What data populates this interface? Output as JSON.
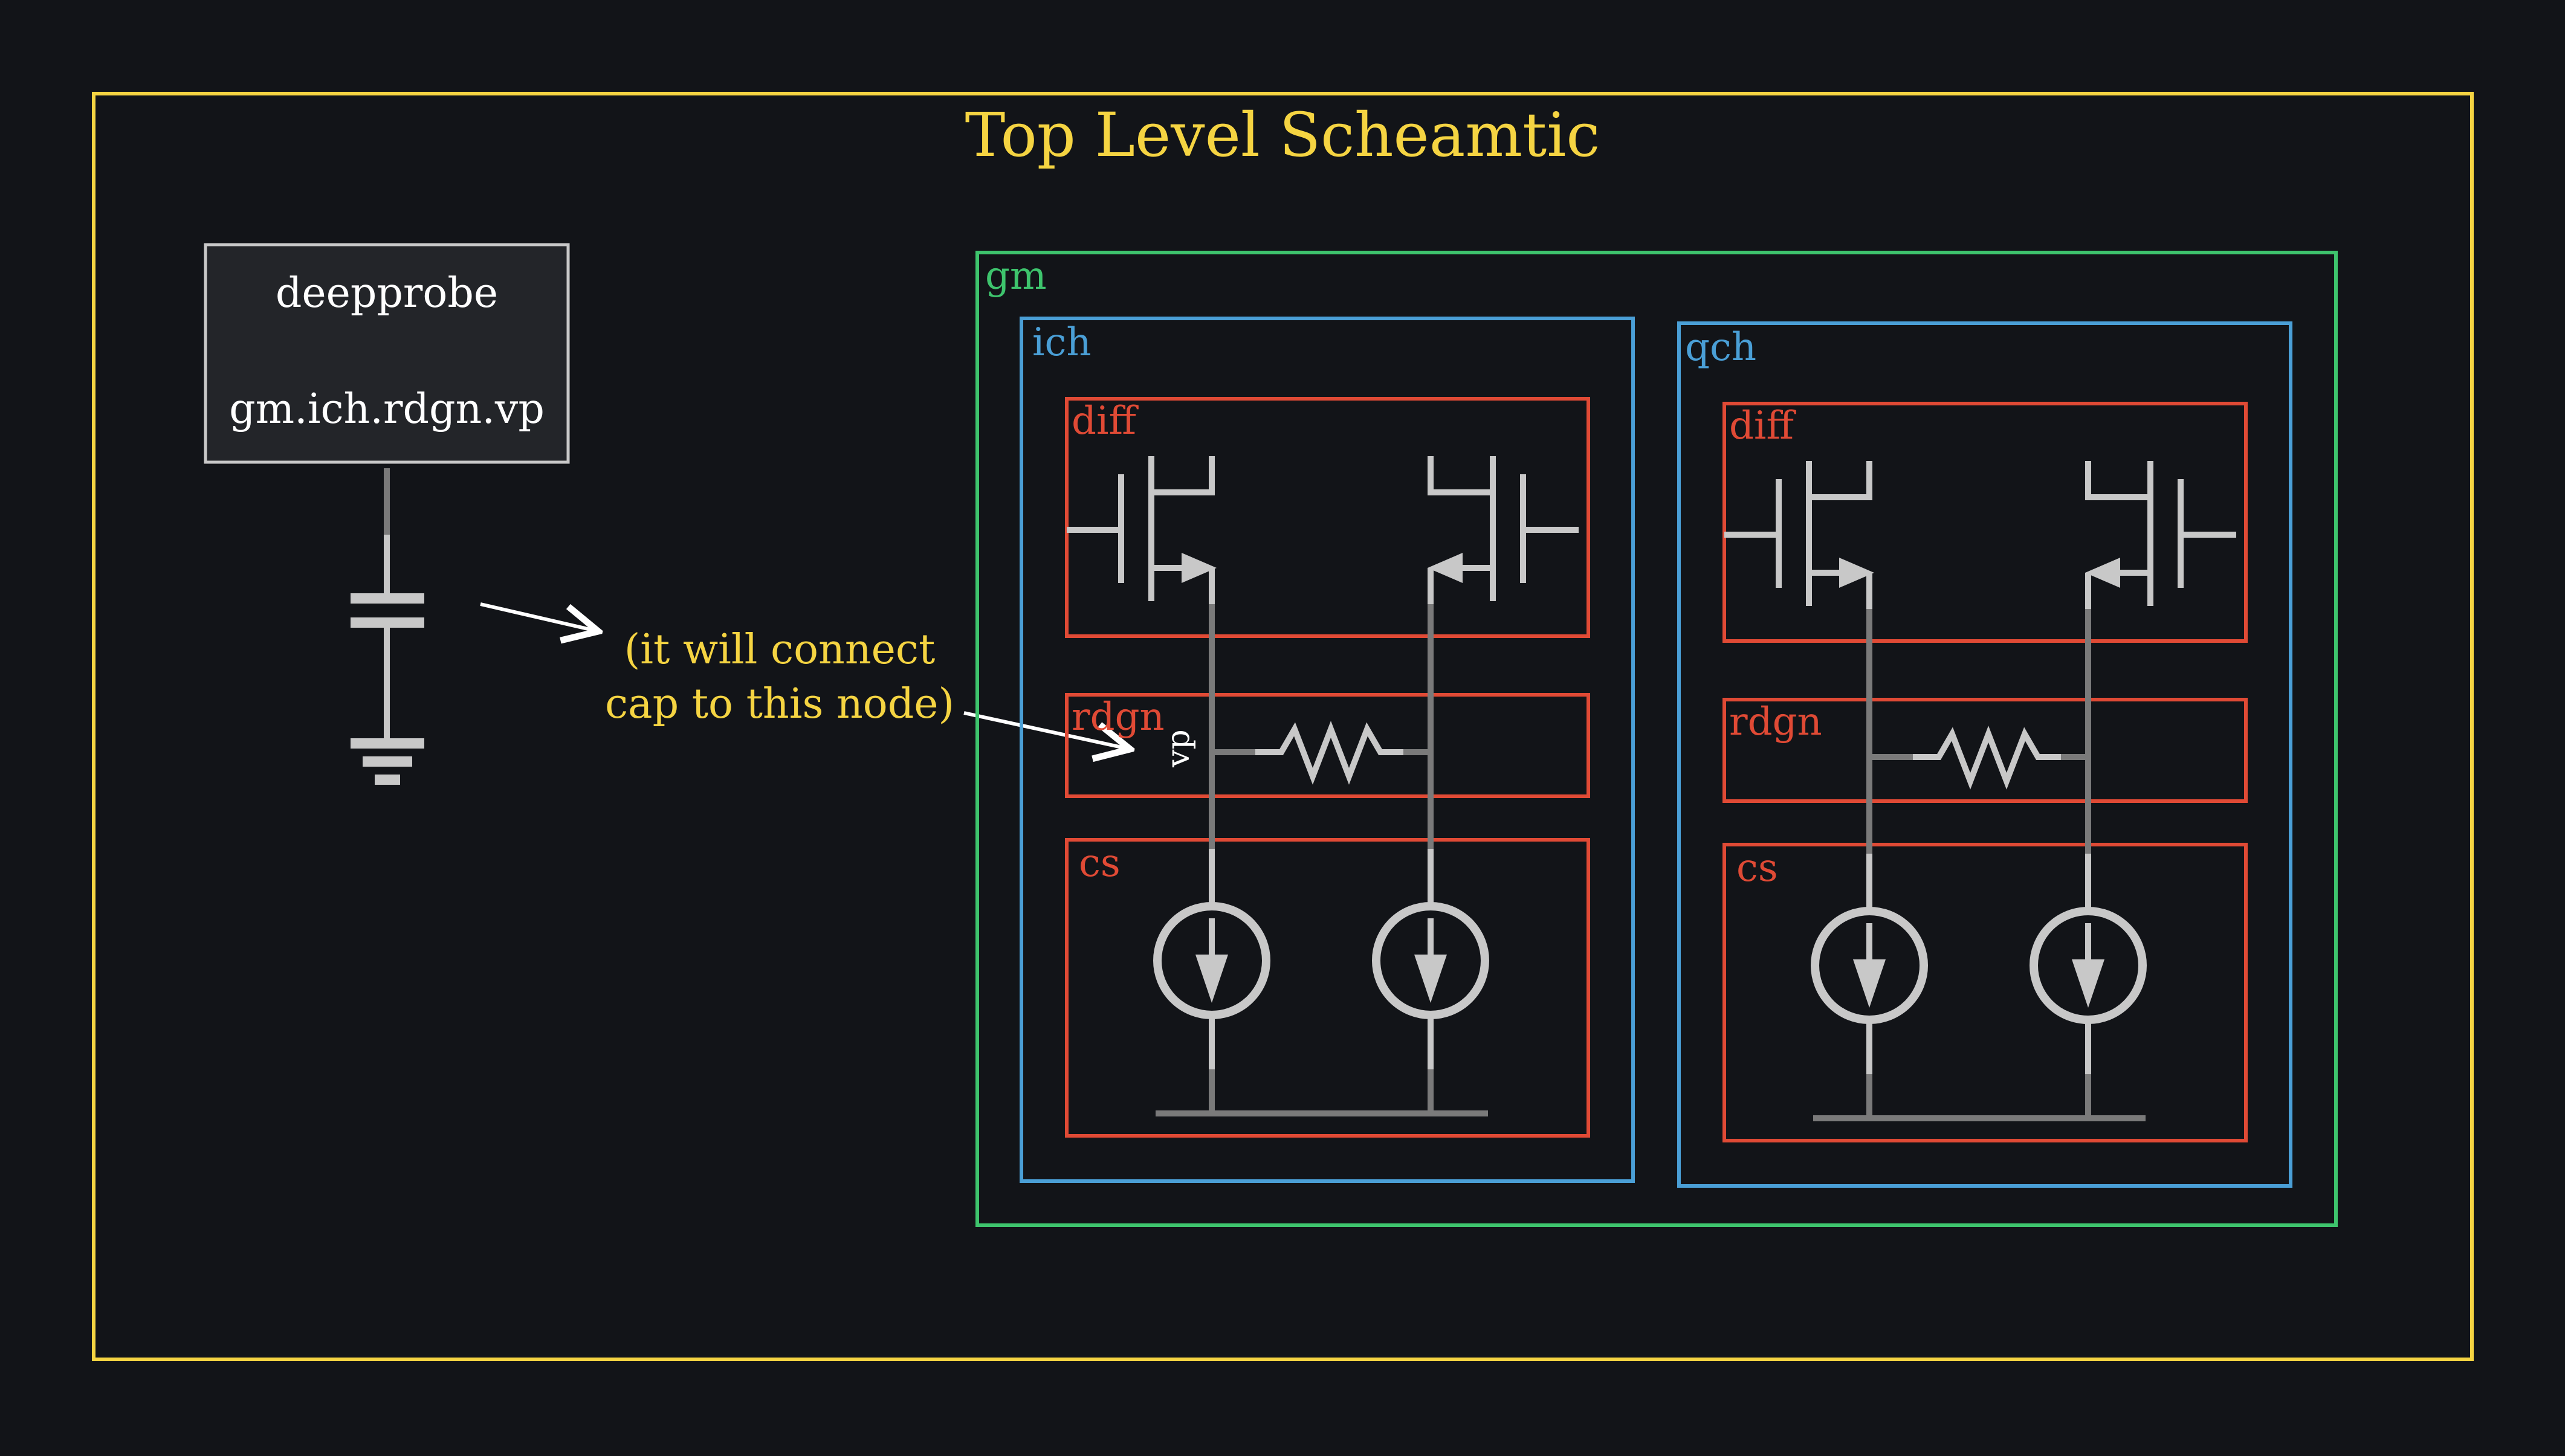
{
  "title": "Top Level Scheamtic",
  "probe": {
    "name": "deepprobe",
    "target": "gm.ich.rdgn.vp"
  },
  "annotation": {
    "line1": "(it will connect",
    "line2": "cap to this node)"
  },
  "blocks": {
    "gm": "gm",
    "ich": "ich",
    "qch": "qch",
    "diff": "diff",
    "rdgn": "rdgn",
    "cs": "cs"
  },
  "node_label": "vp",
  "colors": {
    "background": "#121418",
    "outer_frame": "#f5d442",
    "gm_frame": "#3ec46d",
    "channel_frame": "#4a9fd6",
    "sub_block_frame": "#e04a35",
    "component": "#c8c8c8",
    "wire": "#7a7a7a",
    "white": "#ffffff"
  }
}
